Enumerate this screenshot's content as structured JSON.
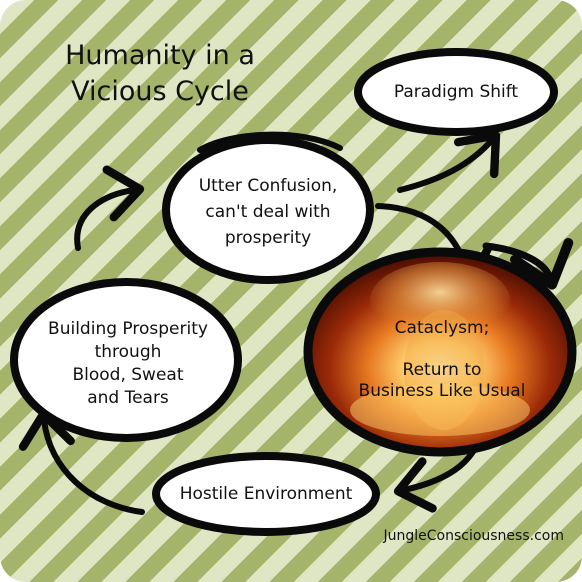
{
  "title": {
    "line1": "Humanity in a",
    "line2": "Vicious Cycle"
  },
  "nodes": {
    "paradigm_shift": "Paradigm Shift",
    "utter_confusion": {
      "line1": "Utter Confusion,",
      "line2": "can't deal with",
      "line3": "prosperity"
    },
    "building_prosperity": {
      "line1": "Building Prosperity",
      "line2": "through",
      "line3": "Blood, Sweat",
      "line4": "and Tears"
    },
    "cataclysm": {
      "line1": "Cataclysm;",
      "line2": "Return to",
      "line3": "Business Like Usual"
    },
    "hostile_environment": "Hostile Environment"
  },
  "watermark": "JungleConsciousness.com",
  "colors": {
    "stripe_dark": "#a4b56b",
    "stripe_light": "#dfe6c4",
    "outline": "#0a0a0a",
    "node_fill": "#ffffff",
    "explosion_core": "#ffe8a0",
    "explosion_mid": "#e07020",
    "explosion_outer": "#5a0a00"
  }
}
